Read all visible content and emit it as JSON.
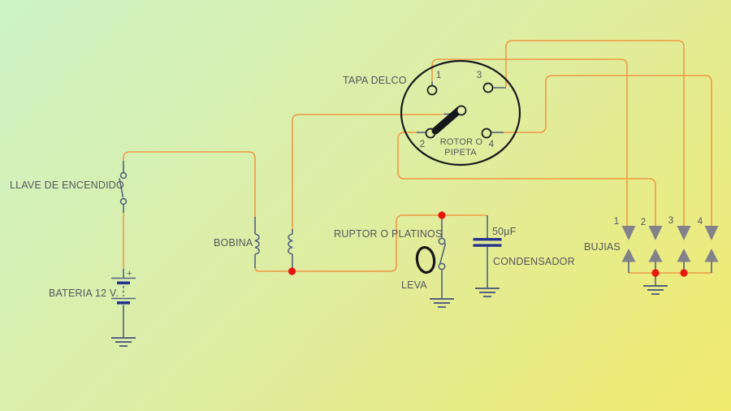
{
  "colors": {
    "bg_start": "#cdf3c6",
    "bg_mid": "#dfeda0",
    "bg_end": "#f1ea6d",
    "wire": "#ee9a45",
    "lead": "#52627f",
    "outline": "#17171c",
    "plate": "#24348e",
    "metal": "#82828a",
    "junction": "#e9160e",
    "ink": "#54565c"
  },
  "labels": {
    "tapa_delco": "TAPA DELCO",
    "rotor_line1": "ROTOR O",
    "rotor_line2": "PIPETA",
    "llave": "LLAVE DE ENCENDIDO",
    "bateria": "BATERIA 12 V.",
    "battery_plus": "+",
    "bobina": "BOBINA",
    "ruptor": "RUPTOR O PLATINOS",
    "leva": "LEVA",
    "capacitor_value": "50μF",
    "condensador": "CONDENSADOR",
    "bujias": "BUJIAS"
  },
  "distributor_terminals": [
    "1",
    "3",
    "2",
    "4"
  ],
  "spark_plug_numbers": [
    "1",
    "2",
    "3",
    "4"
  ]
}
